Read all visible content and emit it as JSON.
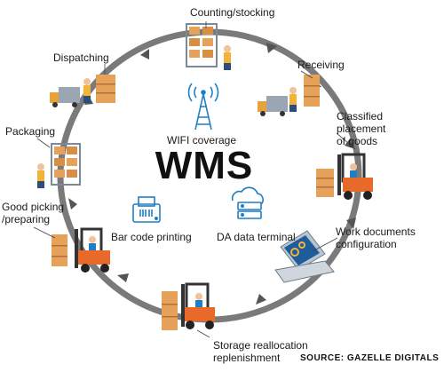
{
  "center": {
    "title": "WMS"
  },
  "features": {
    "wifi": "WIFI coverage",
    "barcode": "Bar code printing",
    "terminal": "DA data terminal"
  },
  "steps": {
    "counting": "Counting/stocking",
    "receiving": "Receiving",
    "classified": "Classified\nplacement\nof goods",
    "work_docs": "Work documents\nconfiguration",
    "storage": "Storage reallocation\nreplenishment",
    "good_picking": "Good picking\n/preparing",
    "packaging": "Packaging",
    "dispatching": "Dispatching"
  },
  "source": "SOURCE: GAZELLE DIGITALS",
  "colors": {
    "cycle": "#6f6f6f",
    "accent_blue": "#1f7fc4",
    "box": "#e6a25a",
    "forklift": "#e86a2a",
    "worker_vest": "#f2b33b"
  }
}
